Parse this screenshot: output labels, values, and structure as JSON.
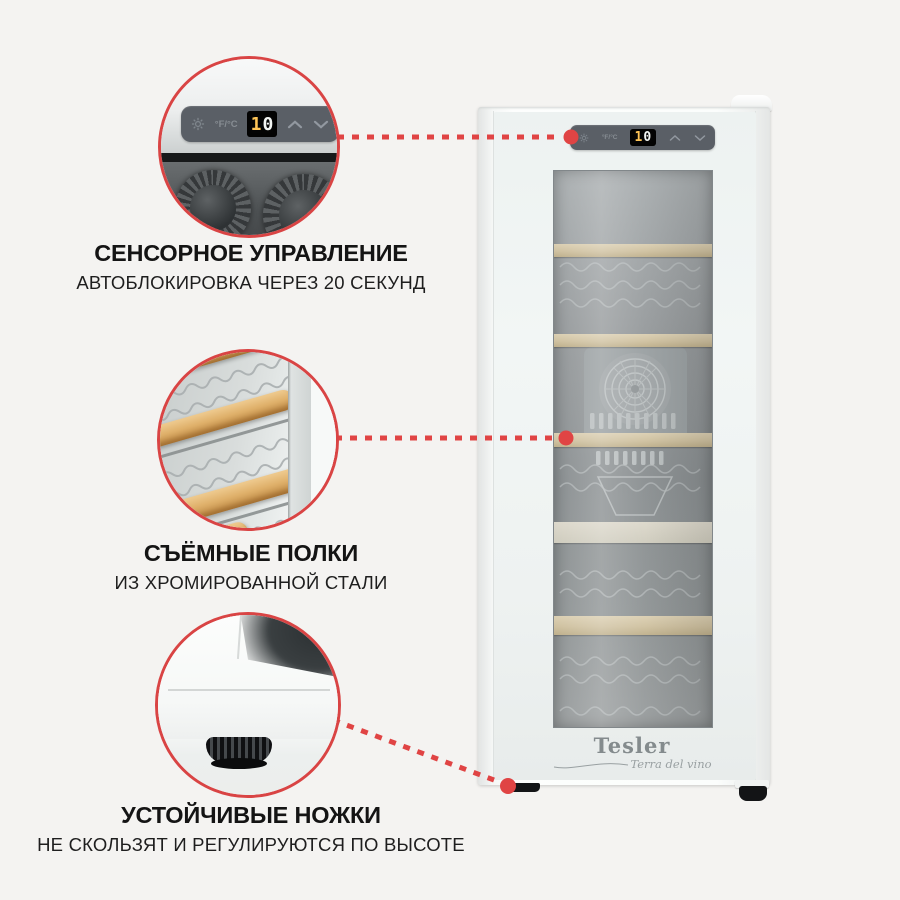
{
  "page": {
    "background_color": "#f4f3f1"
  },
  "accent": {
    "callout_ring": "#d94444",
    "dotted_line": "#e04444"
  },
  "product": {
    "brand": "Tesler",
    "tagline": "Terra del vino",
    "display_value": "10",
    "unit_toggle": "°F/°C",
    "panel_icons": {
      "light_icon": "✳",
      "chevron_up": "∧",
      "chevron_down": "∨"
    }
  },
  "callouts": [
    {
      "title": "СЕНСОРНОЕ УПРАВЛЕНИЕ",
      "subtitle": "АВТОБЛОКИРОВКА ЧЕРЕЗ 20 СЕКУНД"
    },
    {
      "title": "СЪЁМНЫЕ ПОЛКИ",
      "subtitle": "ИЗ ХРОМИРОВАННОЙ СТАЛИ"
    },
    {
      "title": "УСТОЙЧИВЫЕ НОЖКИ",
      "subtitle": "НЕ СКОЛЬЗЯТ И РЕГУЛИРУЮТСЯ ПО ВЫСОТЕ"
    }
  ]
}
